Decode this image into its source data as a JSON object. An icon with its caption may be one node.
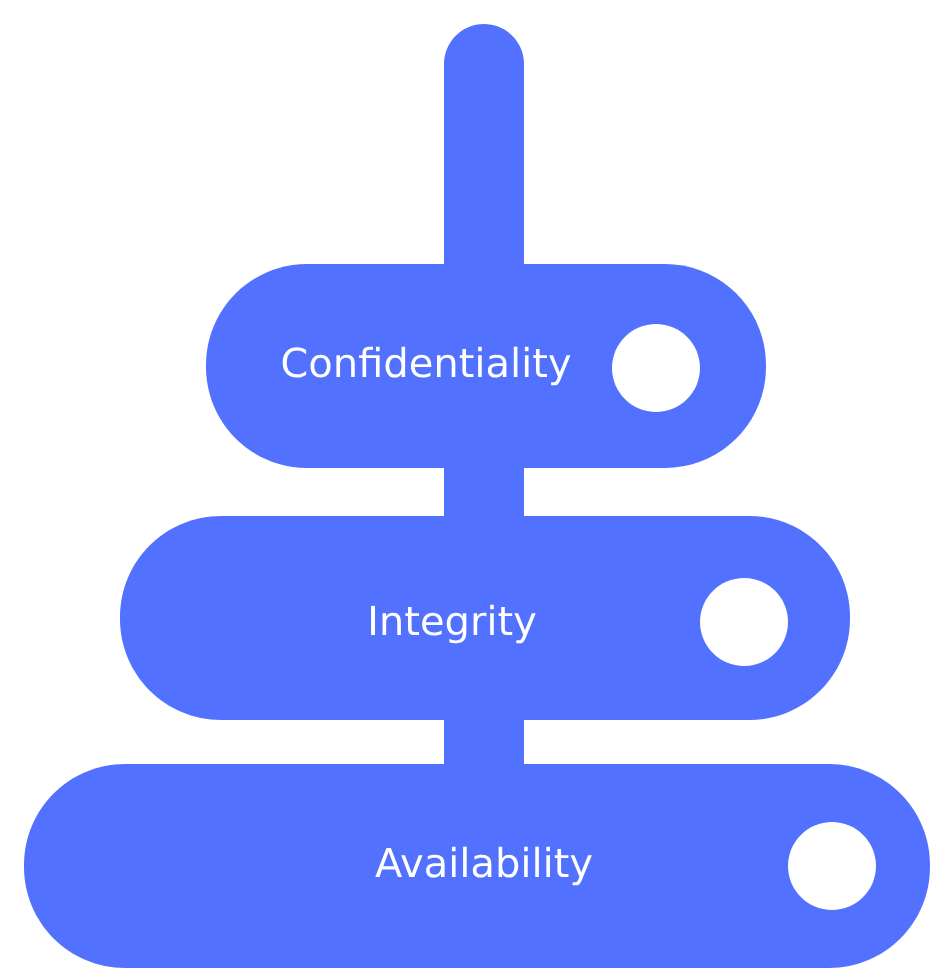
{
  "diagram": {
    "nodes": [
      {
        "text": [
          "Confidentiality"
        ]
      },
      {
        "text": [
          "Integrity"
        ]
      },
      {
        "text": [
          "Availability"
        ]
      }
    ]
  }
}
